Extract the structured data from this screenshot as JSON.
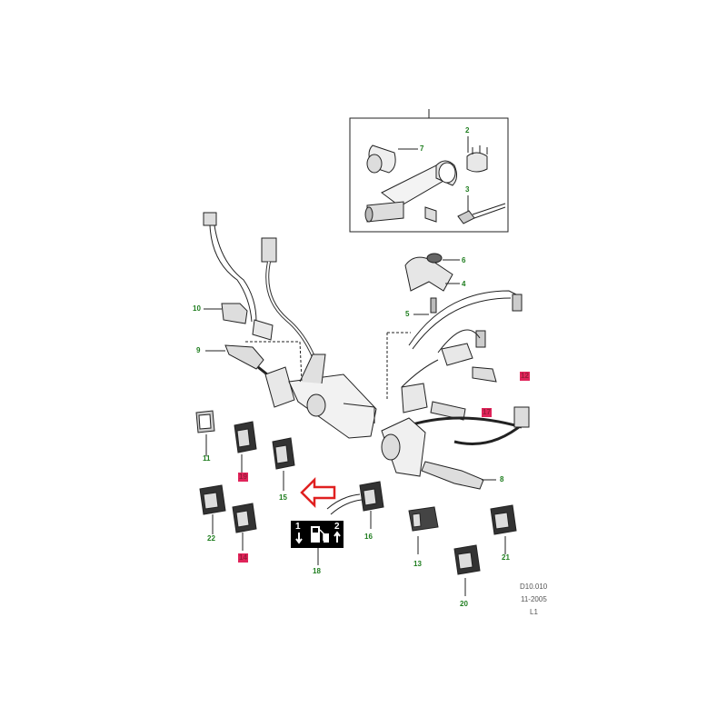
{
  "reference": {
    "code": "D10.010",
    "date": "11-2005",
    "level": "L1"
  },
  "fuel_symbol": {
    "left_number": "1",
    "right_number": "2"
  },
  "callouts": {
    "c2": "2",
    "c3": "3",
    "c4": "4",
    "c5": "5",
    "c6": "6",
    "c7": "7",
    "c8": "8",
    "c9": "9",
    "c10": "10",
    "c11": "11",
    "c13": "13",
    "c15": "15",
    "c16": "16",
    "c18": "18",
    "c20": "20",
    "c21": "21",
    "c22": "22",
    "c12": "12",
    "c17": "17",
    "c19": "19",
    "c14": "14"
  },
  "colors": {
    "callout_text": "#1e7d1e",
    "highlight_box": "#e0245a",
    "arrow_outline": "#e02020",
    "line_art": "#222222"
  }
}
